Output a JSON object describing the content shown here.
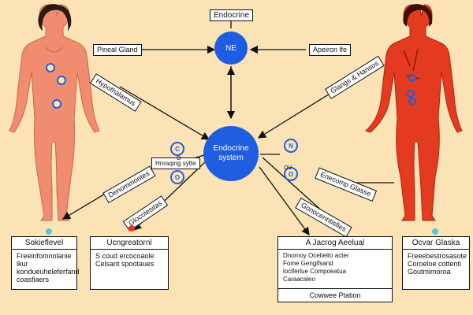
{
  "center": {
    "line1": "Endocrine",
    "line2": "system"
  },
  "top_node": {
    "label": "NE"
  },
  "top_title": "Endocrine",
  "labels": {
    "left_top": "Pineal Gland",
    "right_top": "Apeiron lfe",
    "left_diag1": "Hypothalamus",
    "right_diag1": "Glangs & Hansos",
    "left_mid": "Hnraqing sytte",
    "left_lower": "Denommontes",
    "left_lowest": "Glocolesitas",
    "right_mid": "Enecomp Glasse",
    "right_lower": "Gonocenntisfies"
  },
  "small_circles": {
    "c1": "C",
    "c2": "O",
    "c3": "N",
    "c4": "O"
  },
  "dot_labels": {
    "left_mid_dot": "O",
    "right_mid_dot": "OV"
  },
  "boxes": {
    "b1": {
      "title": "Sokieflevel",
      "lines": [
        "Freeinfomnolanie lkur",
        "kondueuheleferfand",
        "coasfiaers"
      ]
    },
    "b2": {
      "title": "Ucngreatornl",
      "lines": [
        "S  coud ercocoaole",
        "Celsant spootaues"
      ]
    },
    "b3": {
      "title": "A Jacrog Aeelual",
      "lines": [
        "Dnomoy       Ocetielto acter",
        "Fome          Genglfsand",
        "lociferlue      Compoeatua",
        "Caraacaleo"
      ]
    },
    "b3_footer": "Cowwee Ptation",
    "b4": {
      "title": "Ocvar Glaska",
      "lines": [
        "Freeebestrosasote",
        "Coroeloe cottenti",
        "Goutmimoroa"
      ]
    }
  },
  "colors": {
    "background": "#fbe3b6",
    "accent": "#1f5ee0",
    "body_left": "#f08d70",
    "body_right": "#e33a20"
  }
}
